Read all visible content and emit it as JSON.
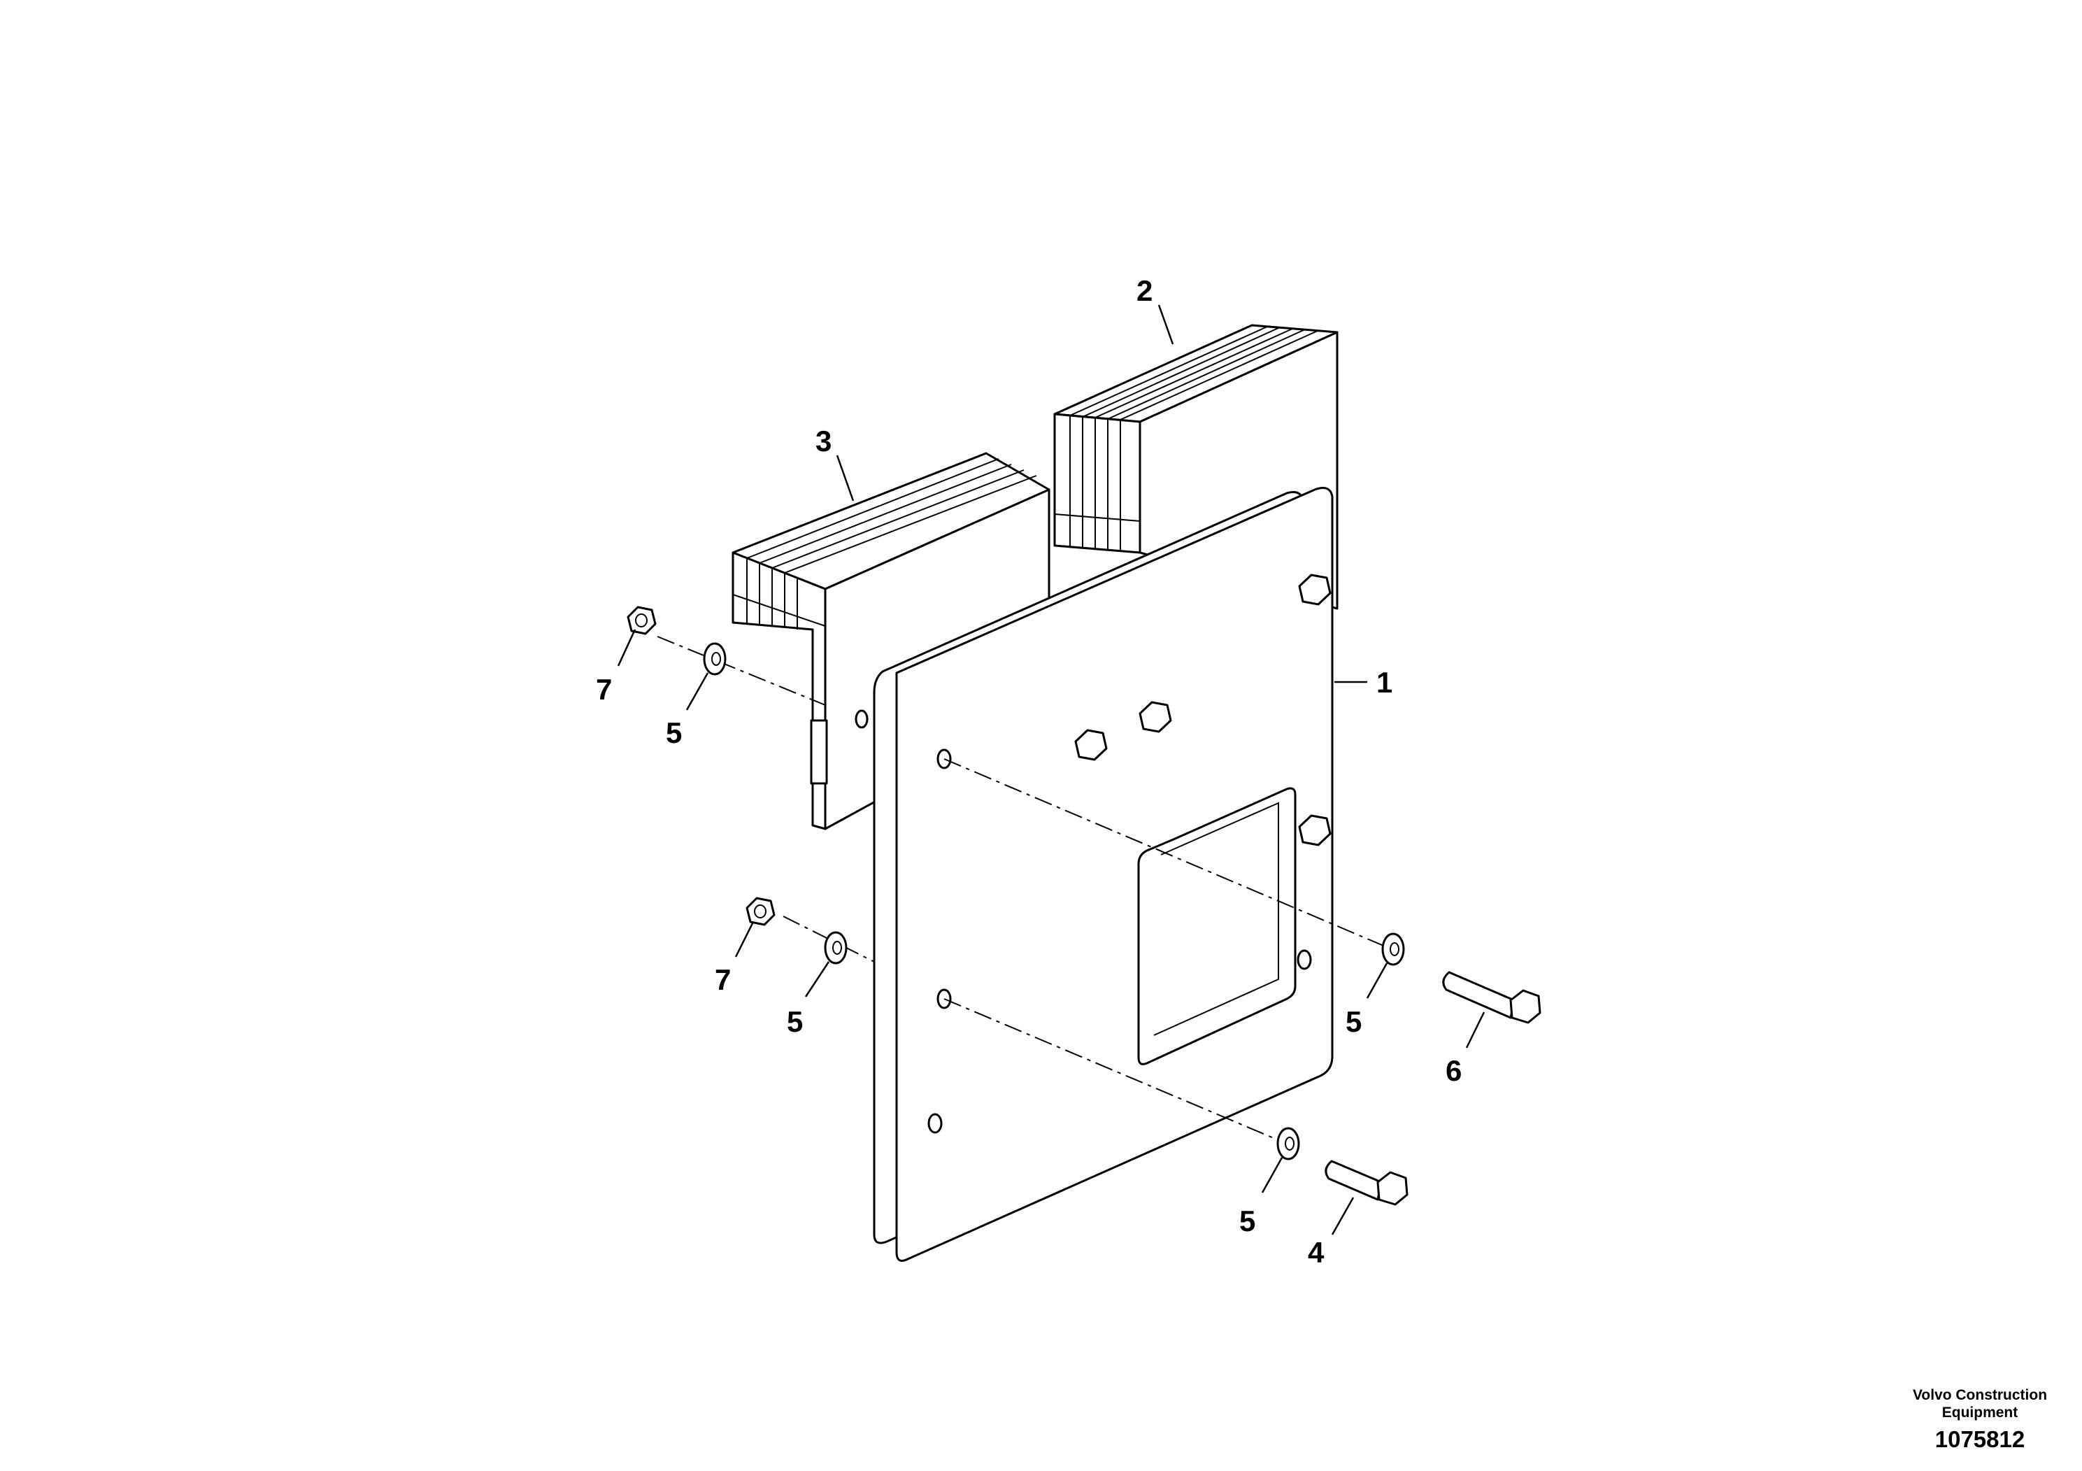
{
  "callouts": [
    {
      "id": "c1",
      "label": "1"
    },
    {
      "id": "c2",
      "label": "2"
    },
    {
      "id": "c3",
      "label": "3"
    },
    {
      "id": "c4",
      "label": "4"
    },
    {
      "id": "c5a",
      "label": "5"
    },
    {
      "id": "c5b",
      "label": "5"
    },
    {
      "id": "c5c",
      "label": "5"
    },
    {
      "id": "c5d",
      "label": "5"
    },
    {
      "id": "c6",
      "label": "6"
    },
    {
      "id": "c7a",
      "label": "7"
    },
    {
      "id": "c7b",
      "label": "7"
    }
  ],
  "credit": {
    "line1": "Volvo Construction",
    "line2": "Equipment",
    "drawing_number": "1075812"
  }
}
